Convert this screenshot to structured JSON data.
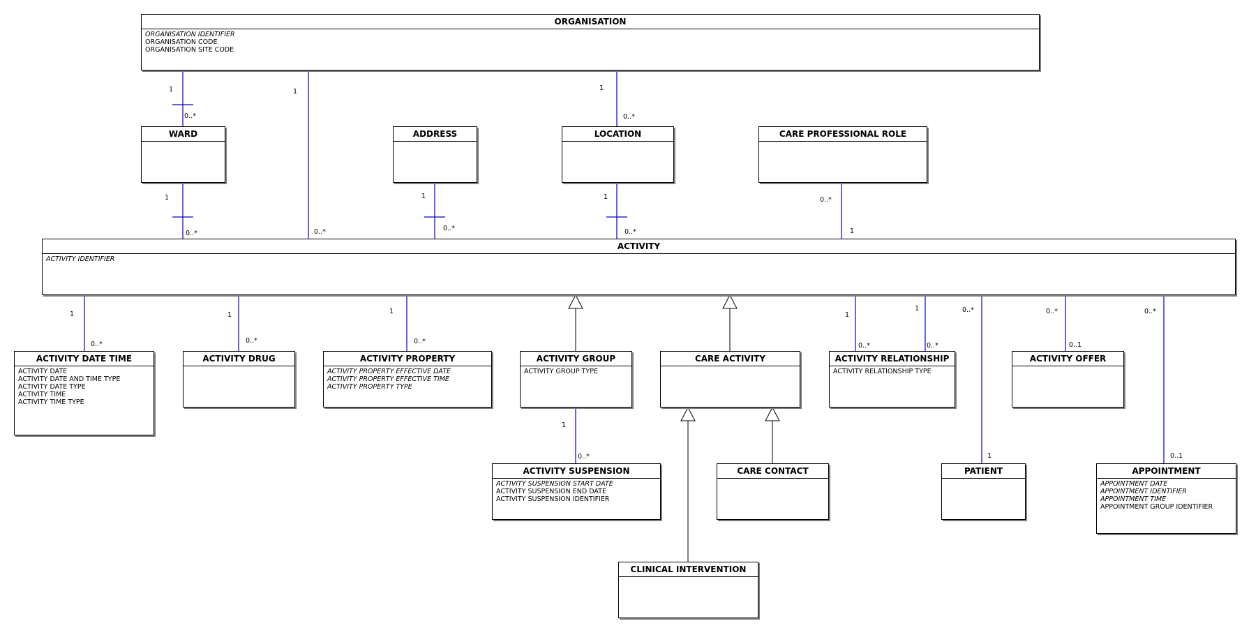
{
  "classes": {
    "organisation": {
      "name": "ORGANISATION",
      "attributes": [
        {
          "text": "ORGANISATION IDENTIFIER",
          "italic": true
        },
        {
          "text": "ORGANISATION CODE",
          "italic": false
        },
        {
          "text": "ORGANISATION SITE CODE",
          "italic": false
        }
      ]
    },
    "ward": {
      "name": "WARD",
      "attributes": []
    },
    "address": {
      "name": "ADDRESS",
      "attributes": []
    },
    "location": {
      "name": "LOCATION",
      "attributes": []
    },
    "care_professional_role": {
      "name": "CARE PROFESSIONAL ROLE",
      "attributes": []
    },
    "activity": {
      "name": "ACTIVITY",
      "attributes": [
        {
          "text": "ACTIVITY IDENTIFIER",
          "italic": true
        }
      ]
    },
    "activity_date_time": {
      "name": "ACTIVITY DATE TIME",
      "attributes": [
        {
          "text": "ACTIVITY DATE",
          "italic": false
        },
        {
          "text": "ACTIVITY DATE AND TIME TYPE",
          "italic": false
        },
        {
          "text": "ACTIVITY DATE TYPE",
          "italic": false
        },
        {
          "text": "ACTIVITY TIME",
          "italic": false
        },
        {
          "text": "ACTIVITY TIME TYPE",
          "italic": false
        }
      ]
    },
    "activity_drug": {
      "name": "ACTIVITY DRUG",
      "attributes": []
    },
    "activity_property": {
      "name": "ACTIVITY PROPERTY",
      "attributes": [
        {
          "text": "ACTIVITY PROPERTY EFFECTIVE DATE",
          "italic": true
        },
        {
          "text": "ACTIVITY PROPERTY EFFECTIVE TIME",
          "italic": true
        },
        {
          "text": "ACTIVITY PROPERTY TYPE",
          "italic": true
        }
      ]
    },
    "activity_group": {
      "name": "ACTIVITY GROUP",
      "attributes": [
        {
          "text": "ACTIVITY GROUP TYPE",
          "italic": false
        }
      ]
    },
    "care_activity": {
      "name": "CARE ACTIVITY",
      "attributes": []
    },
    "activity_relationship": {
      "name": "ACTIVITY RELATIONSHIP",
      "attributes": [
        {
          "text": "ACTIVITY RELATIONSHIP TYPE",
          "italic": false
        }
      ]
    },
    "activity_offer": {
      "name": "ACTIVITY OFFER",
      "attributes": []
    },
    "activity_suspension": {
      "name": "ACTIVITY SUSPENSION",
      "attributes": [
        {
          "text": "ACTIVITY SUSPENSION START DATE",
          "italic": true
        },
        {
          "text": "ACTIVITY SUSPENSION END DATE",
          "italic": false
        },
        {
          "text": "ACTIVITY SUSPENSION IDENTIFIER",
          "italic": false
        }
      ]
    },
    "care_contact": {
      "name": "CARE CONTACT",
      "attributes": []
    },
    "patient": {
      "name": "PATIENT",
      "attributes": []
    },
    "appointment": {
      "name": "APPOINTMENT",
      "attributes": [
        {
          "text": "APPOINTMENT DATE",
          "italic": true
        },
        {
          "text": "APPOINTMENT IDENTIFIER",
          "italic": true
        },
        {
          "text": "APPOINTMENT TIME",
          "italic": true
        },
        {
          "text": "APPOINTMENT GROUP IDENTIFIER",
          "italic": false
        }
      ]
    },
    "clinical_intervention": {
      "name": "CLINICAL INTERVENTION",
      "attributes": []
    }
  },
  "associations": [
    {
      "from": "organisation",
      "to": "ward",
      "from_mult": "1",
      "to_mult": "0..*",
      "identifying": true
    },
    {
      "from": "organisation",
      "to": "activity",
      "from_mult": "1",
      "to_mult": "0..*",
      "identifying": false
    },
    {
      "from": "organisation",
      "to": "location",
      "from_mult": "1",
      "to_mult": "0..*",
      "identifying": false
    },
    {
      "from": "ward",
      "to": "activity",
      "from_mult": "1",
      "to_mult": "0..*",
      "identifying": true
    },
    {
      "from": "address",
      "to": "activity",
      "from_mult": "1",
      "to_mult": "0..*",
      "identifying": true
    },
    {
      "from": "location",
      "to": "activity",
      "from_mult": "1",
      "to_mult": "0..*",
      "identifying": true
    },
    {
      "from": "care_professional_role",
      "to": "activity",
      "from_mult": "0..*",
      "to_mult": "1",
      "identifying": false
    },
    {
      "from": "activity",
      "to": "activity_date_time",
      "from_mult": "1",
      "to_mult": "0..*",
      "identifying": false
    },
    {
      "from": "activity",
      "to": "activity_drug",
      "from_mult": "1",
      "to_mult": "0..*",
      "identifying": false
    },
    {
      "from": "activity",
      "to": "activity_property",
      "from_mult": "1",
      "to_mult": "0..*",
      "identifying": false
    },
    {
      "from": "activity",
      "to": "activity_relationship",
      "from_mult": "1",
      "to_mult": "0..*",
      "identifying": false
    },
    {
      "from": "activity",
      "to": "activity_relationship",
      "from_mult": "1",
      "to_mult": "0..*",
      "identifying": false
    },
    {
      "from": "activity",
      "to": "patient",
      "from_mult": "0..*",
      "to_mult": "1",
      "identifying": false
    },
    {
      "from": "activity",
      "to": "activity_offer",
      "from_mult": "0..*",
      "to_mult": "0..1",
      "identifying": false
    },
    {
      "from": "activity",
      "to": "appointment",
      "from_mult": "0..*",
      "to_mult": "0..1",
      "identifying": false
    },
    {
      "from": "activity_group",
      "to": "activity_suspension",
      "from_mult": "1",
      "to_mult": "0..*",
      "identifying": false
    }
  ],
  "generalizations": [
    {
      "child": "activity_group",
      "parent": "activity"
    },
    {
      "child": "care_activity",
      "parent": "activity"
    },
    {
      "child": "clinical_intervention",
      "parent": "care_activity"
    },
    {
      "child": "care_contact",
      "parent": "care_activity"
    }
  ],
  "colors": {
    "association_line": "#0000cc",
    "box_border": "#000000",
    "box_shadow": "#7f7f7f"
  }
}
